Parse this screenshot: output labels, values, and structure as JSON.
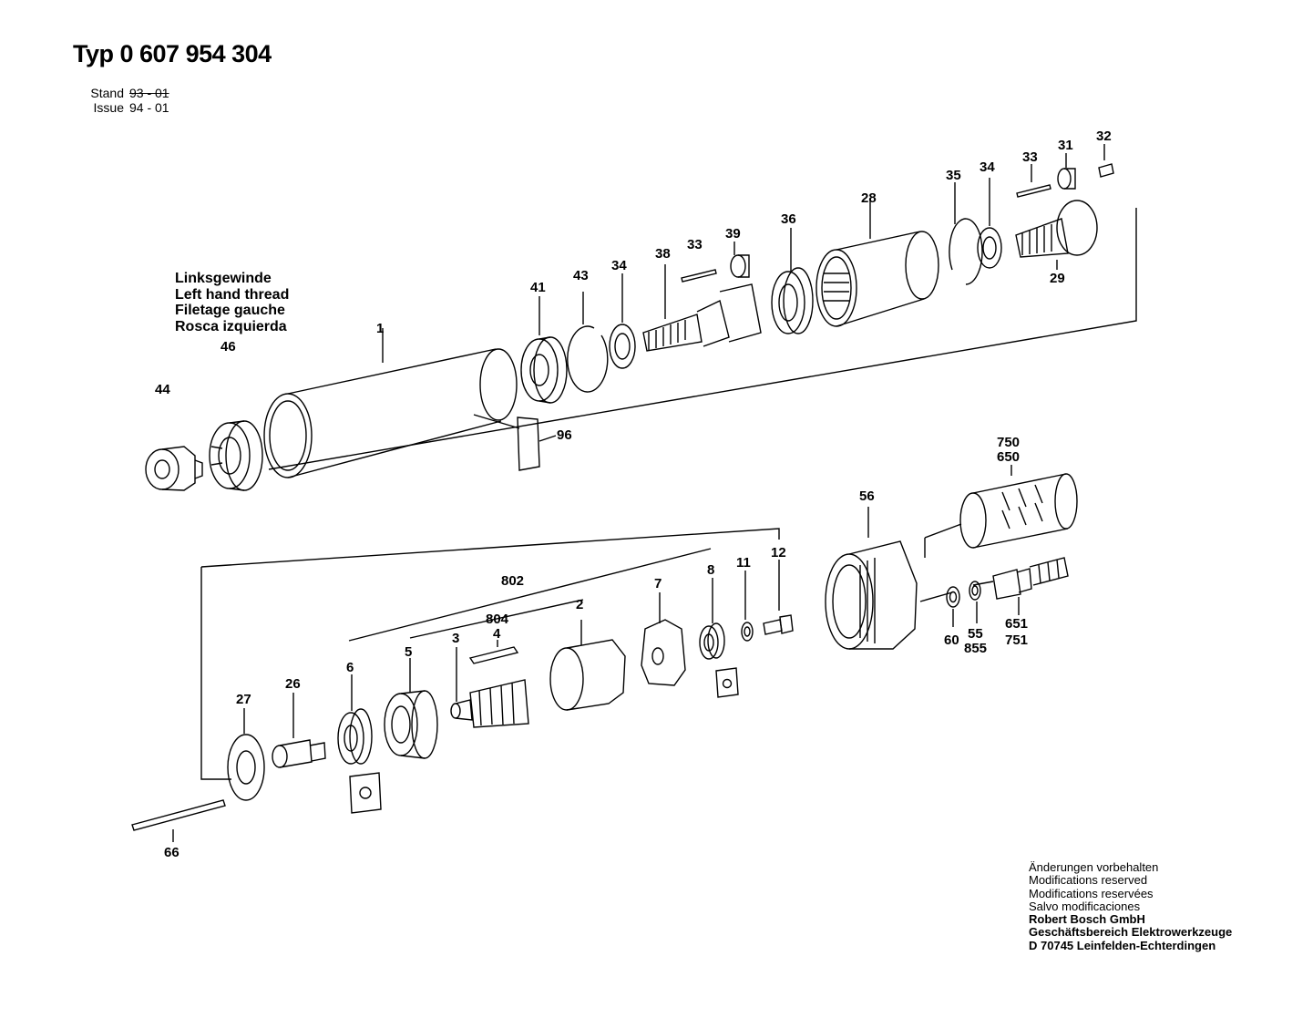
{
  "header": {
    "title": "Typ 0 607 954 304",
    "stand_label": "Stand",
    "stand_value": "93 - 01",
    "issue_label": "Issue",
    "issue_value": "94 - 01"
  },
  "thread_note": [
    "Linksgewinde",
    "Left hand thread",
    "Filetage gauche",
    "Rosca izquierda"
  ],
  "part_labels": [
    "1",
    "2",
    "3",
    "4",
    "5",
    "6",
    "7",
    "8",
    "11",
    "12",
    "26",
    "27",
    "28",
    "29",
    "31",
    "32",
    "33",
    "33",
    "34",
    "34",
    "35",
    "36",
    "38",
    "39",
    "41",
    "43",
    "44",
    "46",
    "55",
    "56",
    "60",
    "66",
    "96",
    "650",
    "651",
    "750",
    "751",
    "802",
    "804",
    "855"
  ],
  "footer": {
    "notes": [
      "Änderungen vorbehalten",
      "Modifications reserved",
      "Modifications reservées",
      "Salvo modificaciones"
    ],
    "company": [
      "Robert Bosch GmbH",
      "Geschäftsbereich Elektrowerkzeuge",
      "D 70745 Leinfelden-Echterdingen"
    ]
  },
  "colors": {
    "ink": "#000000",
    "paper": "#ffffff"
  }
}
